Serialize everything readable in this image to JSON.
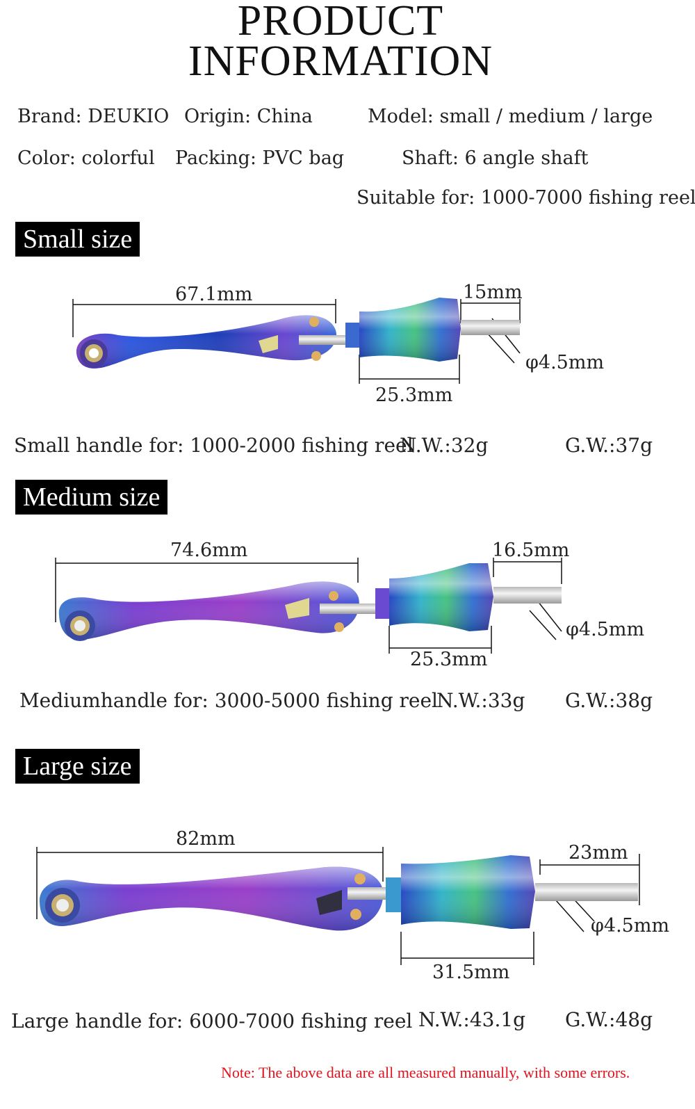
{
  "header": {
    "title_line1": "PRODUCT",
    "title_line2": "INFORMATION"
  },
  "specs": {
    "brand": "Brand: DEUKIO",
    "origin": "Origin: China",
    "model": "Model: small / medium / large",
    "color": "Color: colorful",
    "packing": "Packing: PVC bag",
    "shaft": "Shaft: 6 angle shaft",
    "suitable": "Suitable for: 1000-7000 fishing reel"
  },
  "sizes": [
    {
      "badge": "Small size",
      "handle_length": "67.1mm",
      "shaft_length": "15mm",
      "shaft_diameter": "φ4.5mm",
      "knob_length": "25.3mm",
      "usage": "Small handle for: 1000-2000 fishing reel",
      "net_weight": "N.W.:32g",
      "gross_weight": "G.W.:37g"
    },
    {
      "badge": "Medium size",
      "handle_length": "74.6mm",
      "shaft_length": "16.5mm",
      "shaft_diameter": "φ4.5mm",
      "knob_length": "25.3mm",
      "usage": "Mediumhandle for: 3000-5000 fishing reel",
      "net_weight": "N.W.:33g",
      "gross_weight": "G.W.:38g"
    },
    {
      "badge": "Large size",
      "handle_length": "82mm",
      "shaft_length": "23mm",
      "shaft_diameter": "φ4.5mm",
      "knob_length": "31.5mm",
      "usage": "Large handle for: 6000-7000 fishing reel",
      "net_weight": "N.W.:43.1g",
      "gross_weight": "G.W.:48g"
    }
  ],
  "note": "Note: The above data are all measured manually, with some errors.",
  "colors": {
    "badge_bg": "#000000",
    "note": "#e0141e",
    "metal_blue": "#2a4fd8",
    "metal_purple": "#8a3fc8",
    "metal_green": "#3fbf7a"
  }
}
